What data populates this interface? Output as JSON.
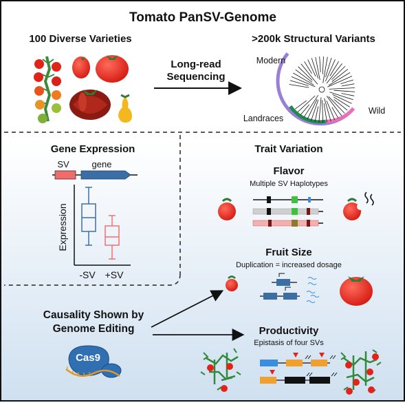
{
  "title": "Tomato PanSV-Genome",
  "top": {
    "left_heading": "100 Diverse Varieties",
    "arrow_label_line1": "Long-read",
    "arrow_label_line2": "Sequencing",
    "right_heading": ">200k Structural Variants",
    "tree_labels": {
      "modern": "Modern",
      "landraces": "Landraces",
      "wild": "Wild"
    }
  },
  "gene_expression": {
    "heading": "Gene Expression",
    "sv_label": "SV",
    "gene_label": "gene",
    "y_axis_label": "Expression",
    "categories": [
      "-SV",
      "+SV"
    ],
    "colors": {
      "minus_sv": "#3a6ea5",
      "plus_sv": "#f07070"
    }
  },
  "trait_variation": {
    "heading": "Trait Variation",
    "flavor": {
      "heading": "Flavor",
      "subtitle": "Multiple SV Haplotypes"
    },
    "fruit_size": {
      "heading": "Fruit Size",
      "subtitle": "Duplication = increased dosage"
    },
    "productivity": {
      "heading": "Productivity",
      "subtitle": "Epistasis of four SVs"
    }
  },
  "causality": {
    "line1": "Causality Shown by",
    "line2": "Genome Editing",
    "enzyme_label": "Cas9"
  },
  "colors": {
    "tomato_red": "#e2231a",
    "sv_pink": "#f26b6b",
    "gene_blue": "#3a6ea5",
    "tree_modern": "#9a7fd6",
    "tree_wild": "#ea6fb5",
    "tree_landraces": "#1f8a4c",
    "cas9_blue": "#2f6fb2",
    "orange_block": "#f0a030",
    "panel_gradient_end": "#cfe0f0"
  }
}
